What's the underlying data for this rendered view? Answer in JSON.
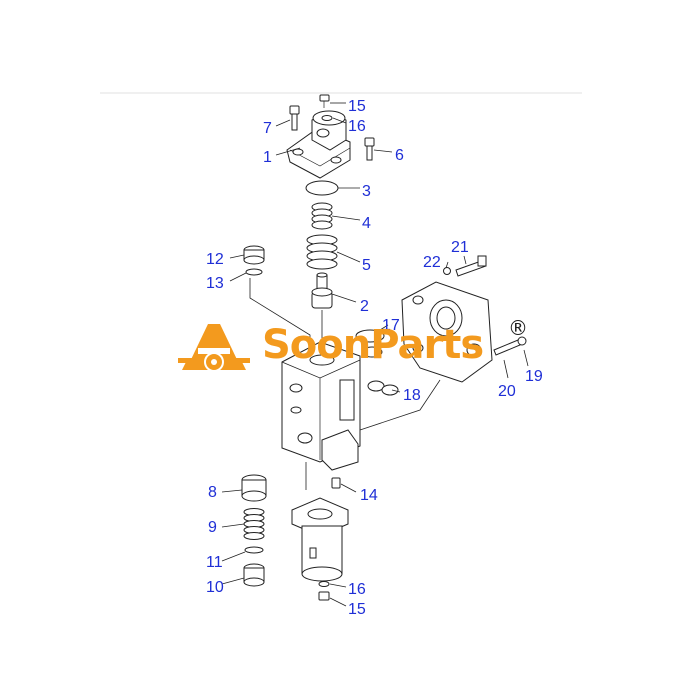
{
  "watermark": {
    "text": "SoonParts",
    "registered": "®",
    "color": "#f39a1e"
  },
  "callouts": {
    "c15a": "15",
    "c16a": "16",
    "c7": "7",
    "c1": "1",
    "c6": "6",
    "c3": "3",
    "c4": "4",
    "c5": "5",
    "c12": "12",
    "c13": "13",
    "c2": "2",
    "c21": "21",
    "c22": "22",
    "c17": "17",
    "c19": "19",
    "c20": "20",
    "c18": "18",
    "c8": "8",
    "c14": "14",
    "c9": "9",
    "c11": "11",
    "c10": "10",
    "c16b": "16",
    "c15b": "15"
  },
  "colors": {
    "callout": "#1f2fd6",
    "linework": "#222222",
    "background": "#ffffff"
  }
}
